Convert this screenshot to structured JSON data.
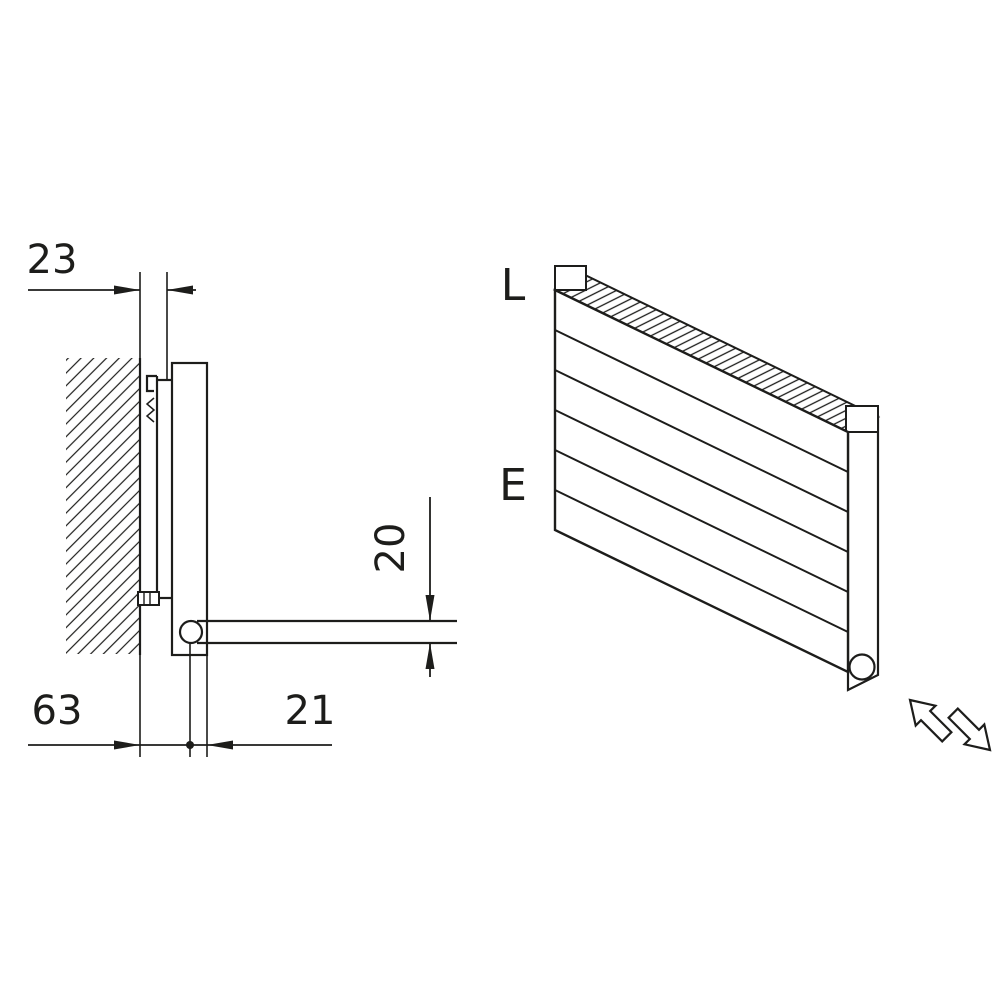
{
  "figure": {
    "background": "#ffffff",
    "line_color": "#1d1d1b"
  },
  "section_view": {
    "dim_wall_to_bracket": "23",
    "dim_pipe_diameter": "20",
    "dim_wall_to_pipe_center": "63",
    "dim_pipe_center_to_front": "21"
  },
  "iso_view": {
    "label_top": "L",
    "label_middle": "E"
  },
  "icons": {
    "flow_direction": "double-arrow-icon"
  }
}
